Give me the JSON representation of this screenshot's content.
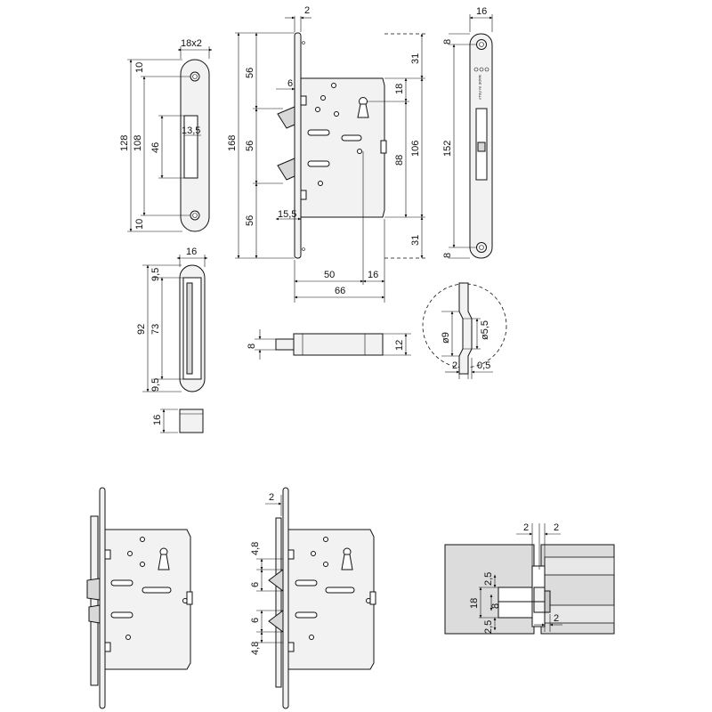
{
  "dims": {
    "striker_width": "18x2",
    "striker_total": "128",
    "striker_inner": "108",
    "striker_top": "10",
    "striker_bottom": "10",
    "striker_opening": "46",
    "striker_depth": "13,5",
    "body_gap": "2",
    "body_total": "168",
    "body_upper": "56",
    "body_mid": "56",
    "body_lower": "56",
    "latch_offset": "6",
    "latch_width": "15,5",
    "case_height": "106",
    "case_88": "88",
    "case_18": "18",
    "case_31_top": "31",
    "case_31_bottom": "31",
    "backset": "50",
    "case_16": "16",
    "case_depth": "66",
    "plate_width": "16",
    "plate_total": "152",
    "plate_8_top": "8",
    "plate_8_bottom": "8",
    "plate_marking": "MADE IN ITALY",
    "cup_width": "16",
    "cup_total": "92",
    "cup_inner": "73",
    "cup_top": "9,5",
    "cup_bottom": "9,5",
    "cup_side": "16",
    "pin_small": "8",
    "pin_large": "12",
    "detail_d9": "ø9",
    "detail_d55": "ø5,5",
    "detail_2": "2",
    "detail_05": "0,5",
    "side_2": "2",
    "side_48_top": "4,8",
    "side_6_top": "6",
    "side_6_bottom": "6",
    "side_48_bottom": "4,8",
    "sec_2_left": "2",
    "sec_2_right": "2",
    "sec_18": "18",
    "sec_8": "8",
    "sec_25_top": "2,5",
    "sec_25_bottom": "2,5",
    "sec_2_inner": "2"
  }
}
